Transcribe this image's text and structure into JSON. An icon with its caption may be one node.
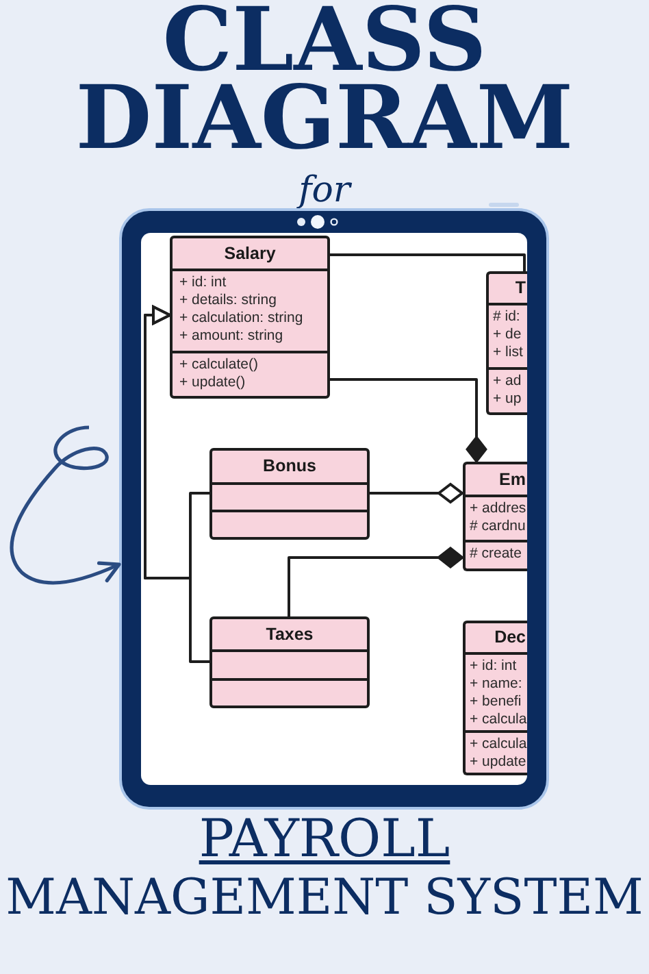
{
  "diagram": {
    "title": "CLASS DIAGRAM",
    "nodes": [
      {
        "text": [],
        "shape": "box"
      },
      {
        "text": [
          "Salary"
        ],
        "in": 0
      },
      {
        "text": [
          "+ id: int",
          "+ details: string",
          "+ calculation: string",
          "+ amount: string"
        ],
        "in": 1
      },
      {
        "text": [
          "+ calculate()",
          "+ update()"
        ],
        "in": 1
      },
      {
        "text": [
          "T"
        ],
        "in": 0
      },
      {
        "text": [
          "# id:",
          "+ de",
          "+ list"
        ],
        "in": 4
      },
      {
        "text": [
          "+ ad",
          "+ up"
        ],
        "in": 4
      },
      {
        "text": [
          "Bonus"
        ],
        "in": 0
      },
      {
        "text": [],
        "shape": "box",
        "in": 7
      },
      {
        "text": [],
        "shape": "box",
        "in": 7
      },
      {
        "text": [
          "Em"
        ],
        "in": 0
      },
      {
        "text": [
          "+ addres",
          "# cardnu"
        ],
        "in": 10
      },
      {
        "text": [
          "# create"
        ],
        "in": 10
      },
      {
        "text": [
          "Taxes"
        ],
        "in": 0
      },
      {
        "text": [],
        "shape": "box",
        "in": 13
      },
      {
        "text": [],
        "shape": "box",
        "in": 13
      },
      {
        "text": [
          "Dec"
        ],
        "in": 0
      },
      {
        "text": [
          "+ id: int",
          "+ name:",
          "+ benefi",
          "+ calcula"
        ],
        "in": 16
      },
      {
        "text": [
          "+ calcula",
          "+ update"
        ],
        "in": 16
      }
    ],
    "edges": [
      {
        "from": null,
        "to": 0,
        "arrow": "to",
        "color": "#2b4c82"
      },
      {
        "from": 1,
        "to": 4,
        "arrow": "none"
      },
      {
        "from": 1,
        "to": 10,
        "arrow": "other"
      },
      {
        "from": 7,
        "to": 1,
        "arrow": "to"
      },
      {
        "from": 13,
        "to": 1,
        "arrow": "to"
      },
      {
        "from": 7,
        "to": 10,
        "arrow": "other"
      },
      {
        "from": 13,
        "to": 10,
        "arrow": "other"
      }
    ],
    "labels": [
      "for",
      "PAYROLL",
      "MANAGEMENT SYSTEM"
    ]
  }
}
